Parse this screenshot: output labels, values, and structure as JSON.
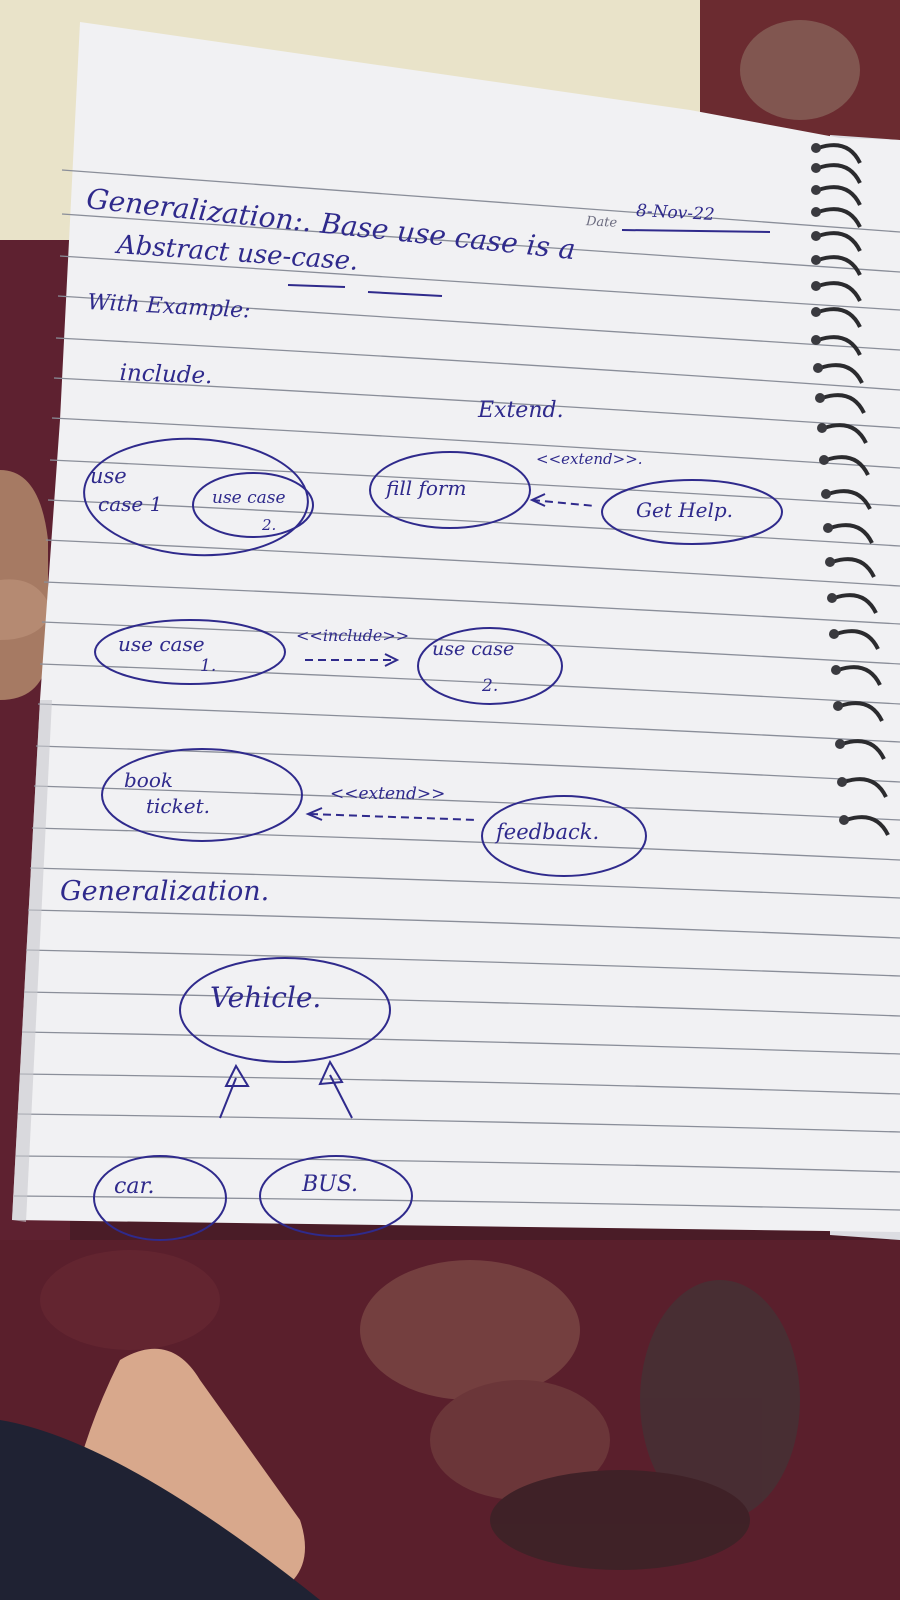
{
  "note": {
    "date_label": "Date",
    "date_value": "8-Nov-22",
    "heading_line1": "Generalization:. Base use case is a",
    "heading_line2": "Abstract use-case.",
    "with_example": "With Example:",
    "include_heading": "include.",
    "extend_heading": "Extend."
  },
  "include_nested": {
    "outer_label_line1": "use",
    "outer_label_line2": "case 1",
    "inner_label_line1": "use case",
    "inner_label_line2": "2."
  },
  "extend_example": {
    "stereotype": "<<extend>>.",
    "base_use_case": "fill form",
    "extending_use_case": "Get Help."
  },
  "include_example": {
    "stereotype": "<<include>>",
    "base_use_case_line1": "use case",
    "base_use_case_line2": "1.",
    "included_use_case_line1": "use case",
    "included_use_case_line2": "2."
  },
  "extend_example_2": {
    "stereotype": "<<extend>>",
    "base_use_case_line1": "book",
    "base_use_case_line2": "ticket.",
    "extending_use_case": "feedback."
  },
  "generalization": {
    "heading": "Generalization.",
    "parent": "Vehicle.",
    "child_1": "car.",
    "child_2": "BUS."
  },
  "colors": {
    "ink": "#2f2a8c",
    "paper": "#f1f1f3",
    "ruling": "#8a8e99",
    "fabric": "#5a1f2c",
    "wire": "#2b2b2e"
  }
}
